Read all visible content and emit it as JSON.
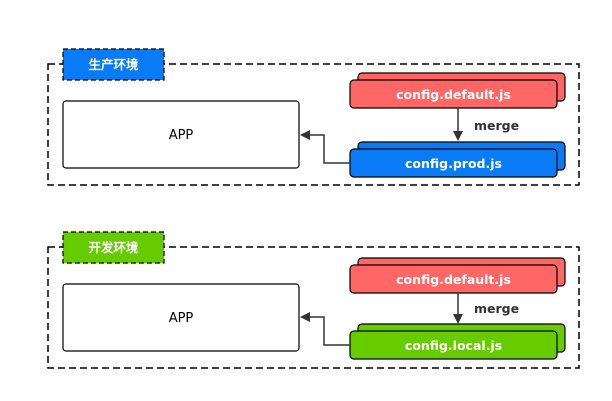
{
  "colors": {
    "prod_label_fill": "#0A7BF6",
    "dev_label_fill": "#66CC00",
    "default_config_fill": "#FF6666",
    "prod_config_fill": "#0A7BF6",
    "local_config_fill": "#66CC00",
    "outline": "#000000",
    "connector": "#333333"
  },
  "production": {
    "label": "生产环境",
    "app": "APP",
    "default_config": "config.default.js",
    "env_config": "config.prod.js",
    "merge": "merge"
  },
  "development": {
    "label": "开发环境",
    "app": "APP",
    "default_config": "config.default.js",
    "env_config": "config.local.js",
    "merge": "merge"
  }
}
